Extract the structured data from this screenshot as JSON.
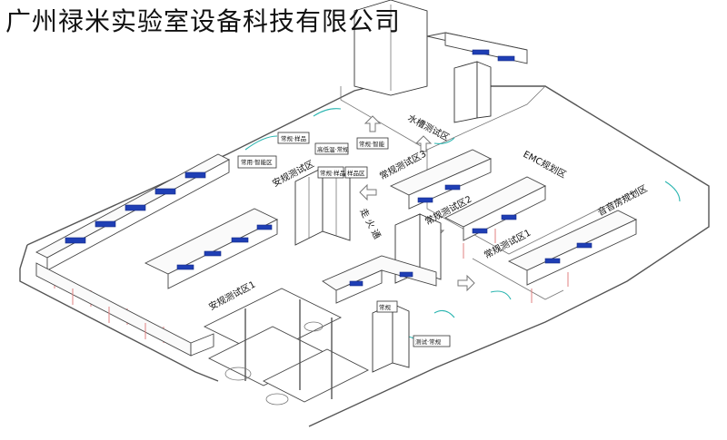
{
  "title": "广州禄米实验室设备科技有限公司",
  "zones": {
    "water_test": "水槽测试区",
    "emc_plan": "EMC规划区",
    "safety_test": "安规测试区",
    "regular_3": "常规测试区3",
    "regular_2": "常规测试区2",
    "regular_1": "常规测试区1",
    "safety_test_1": "安规测试区1",
    "audio_plan": "音音房规划区",
    "corridor": "走 火 通"
  },
  "signs": {
    "s1": "常用·智能区",
    "s2": "常规·样品",
    "s3": "高低温·常规",
    "s4": "常规·智能",
    "s5": "样品区",
    "s6": "常规·样品",
    "s7": "测试·常规",
    "s8": "常规"
  },
  "colors": {
    "accent": "#1f3fb5",
    "door": "#2bb5b0",
    "legs": "#e08080"
  }
}
